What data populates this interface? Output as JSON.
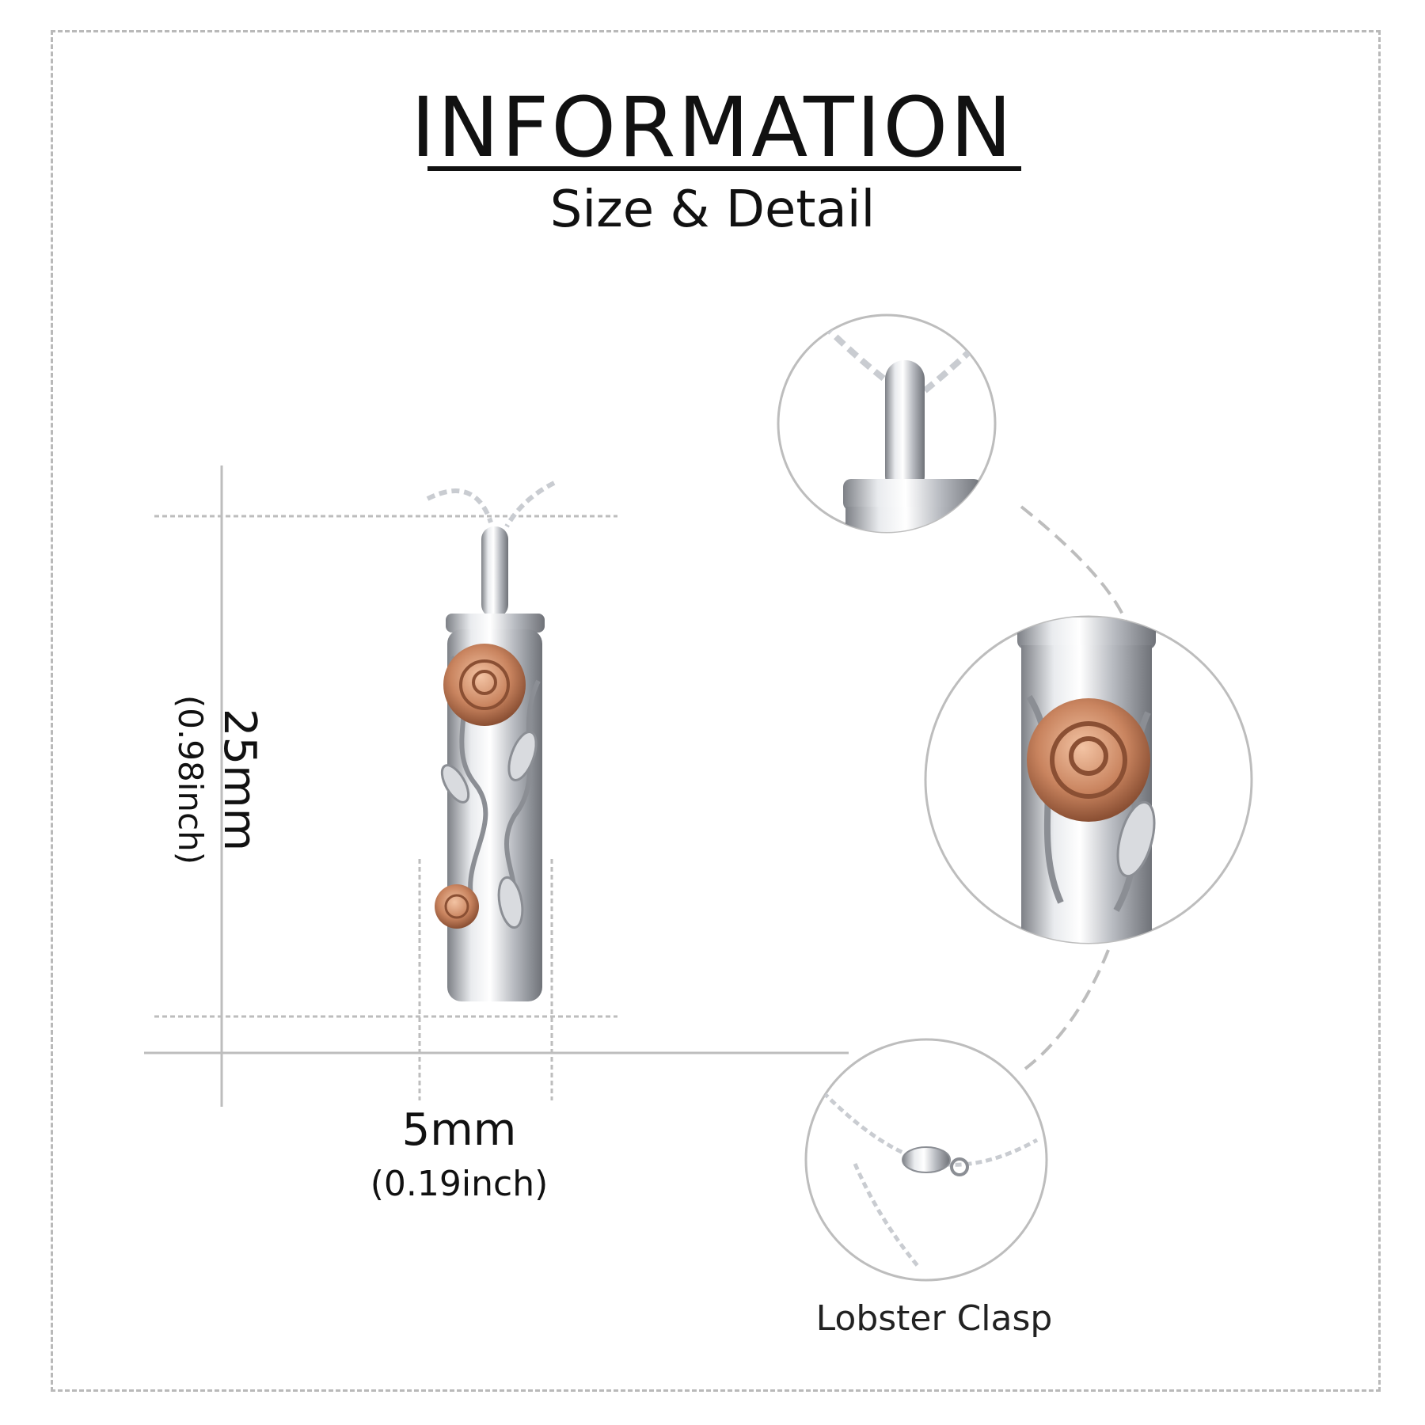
{
  "header": {
    "title": "INFORMATION",
    "subtitle": "Size & Detail"
  },
  "dimensions": {
    "length": {
      "metric": "25mm",
      "imperial": "(0.98inch)"
    },
    "width": {
      "metric": "5mm",
      "imperial": "(0.19inch)"
    }
  },
  "details": {
    "clasp_caption": "Lobster Clasp"
  },
  "colors": {
    "silver": "#c9ccd1",
    "rose_gold": "#c98866",
    "guide": "#bdbdbd",
    "text": "#111111"
  }
}
